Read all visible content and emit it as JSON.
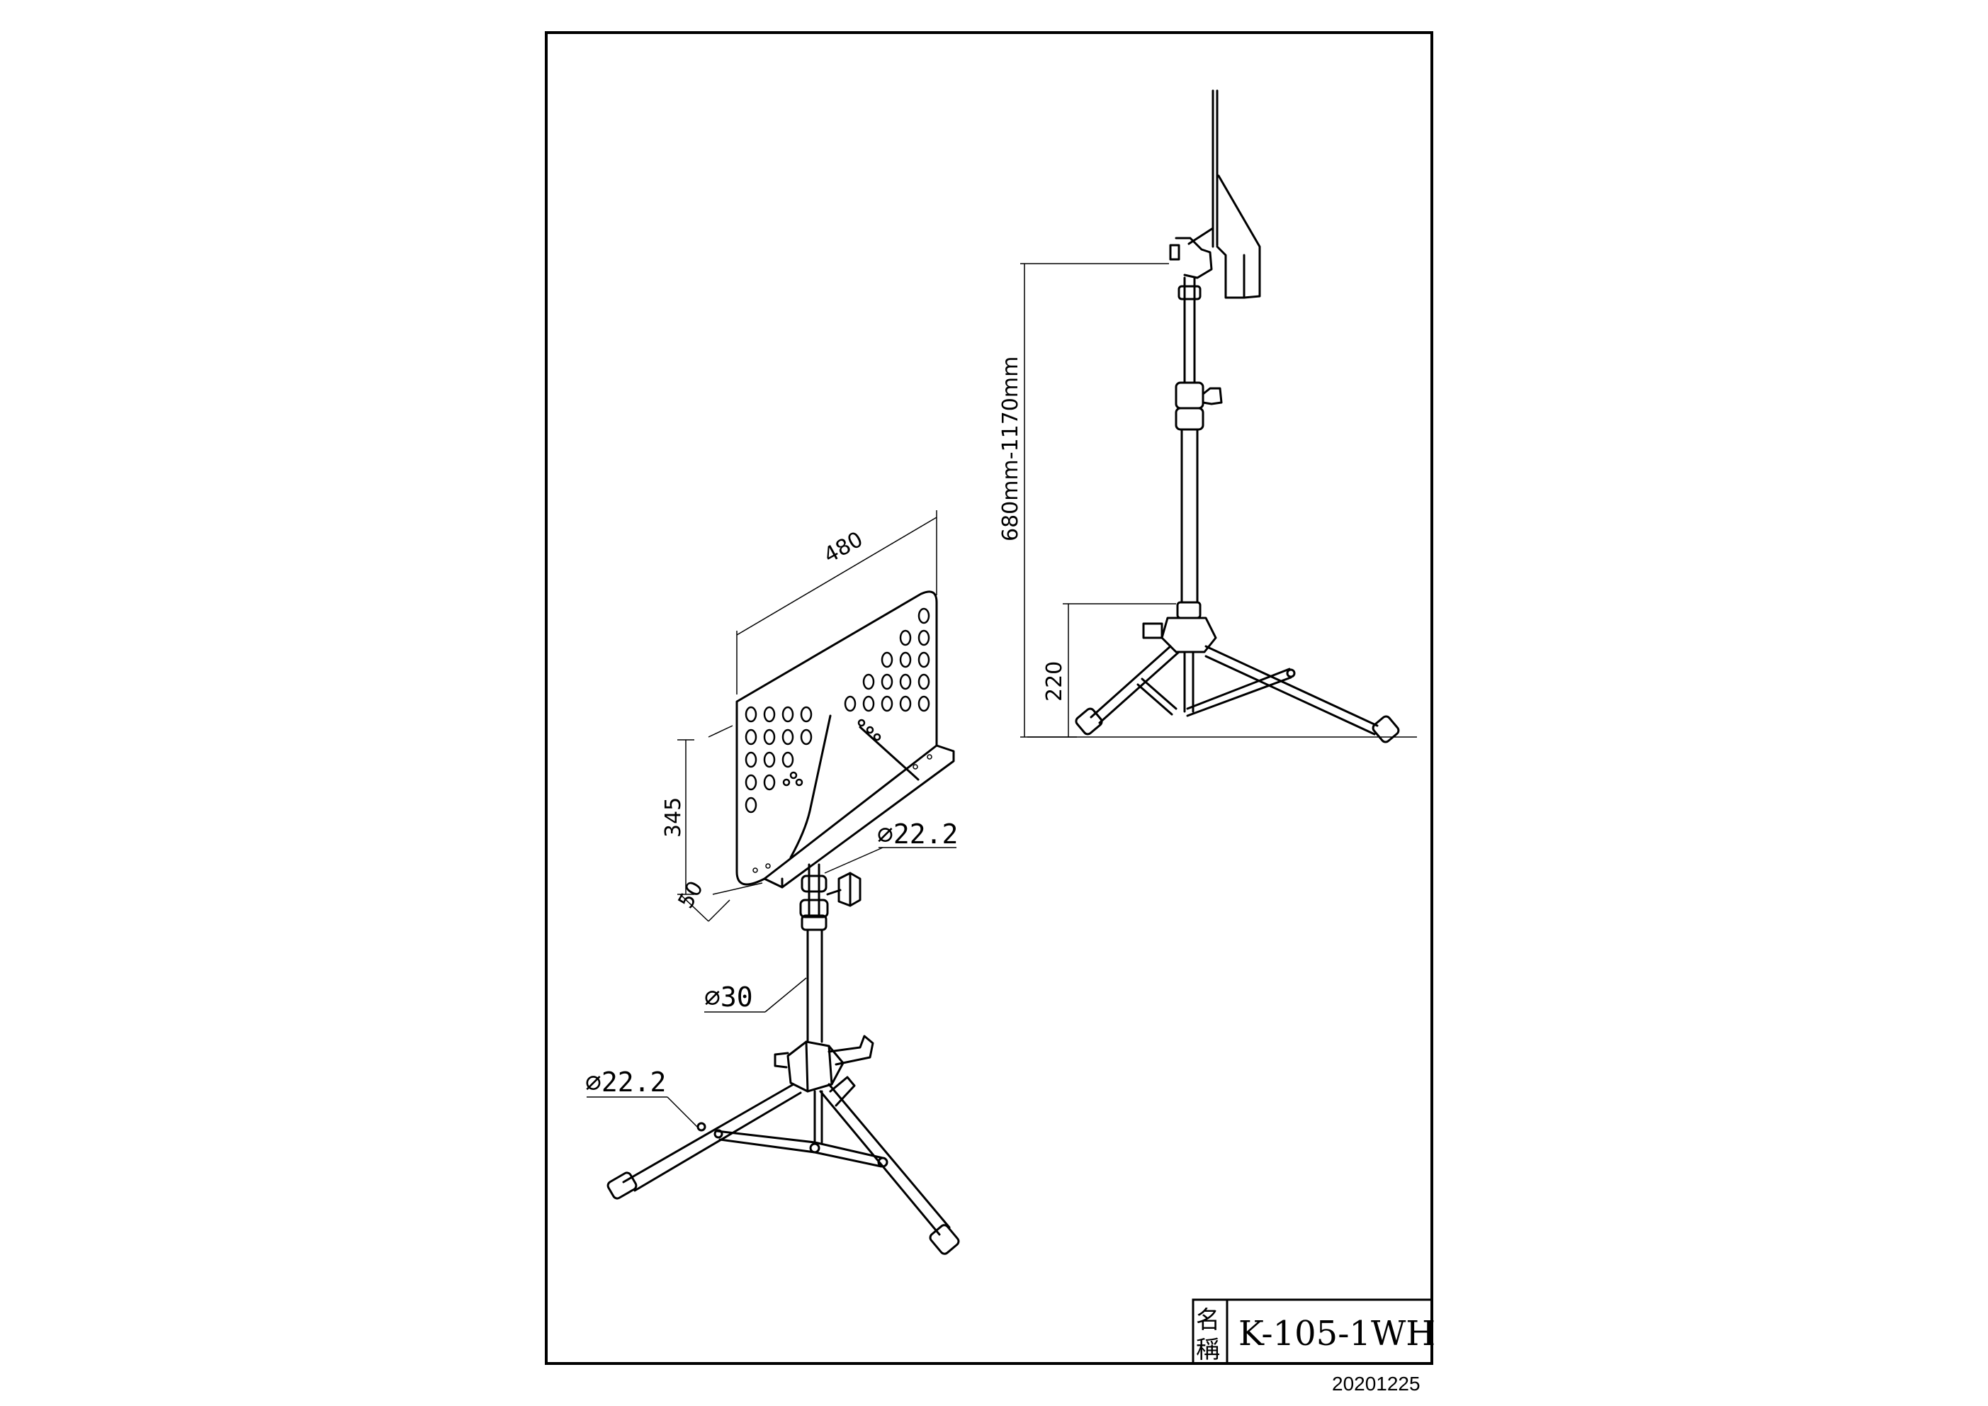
{
  "dimensions": {
    "desk_width": "480",
    "desk_height": "345",
    "lip_depth": "50",
    "upper_tube_diameter": "∅22.2",
    "lower_tube_diameter": "∅30",
    "leg_diameter": "∅22.2",
    "height_range": "680mm-1170mm",
    "base_height": "220"
  },
  "title_block": {
    "name_label_top": "名",
    "name_label_bottom": "稱",
    "model": "K-105-1WH",
    "date": "20201225"
  }
}
